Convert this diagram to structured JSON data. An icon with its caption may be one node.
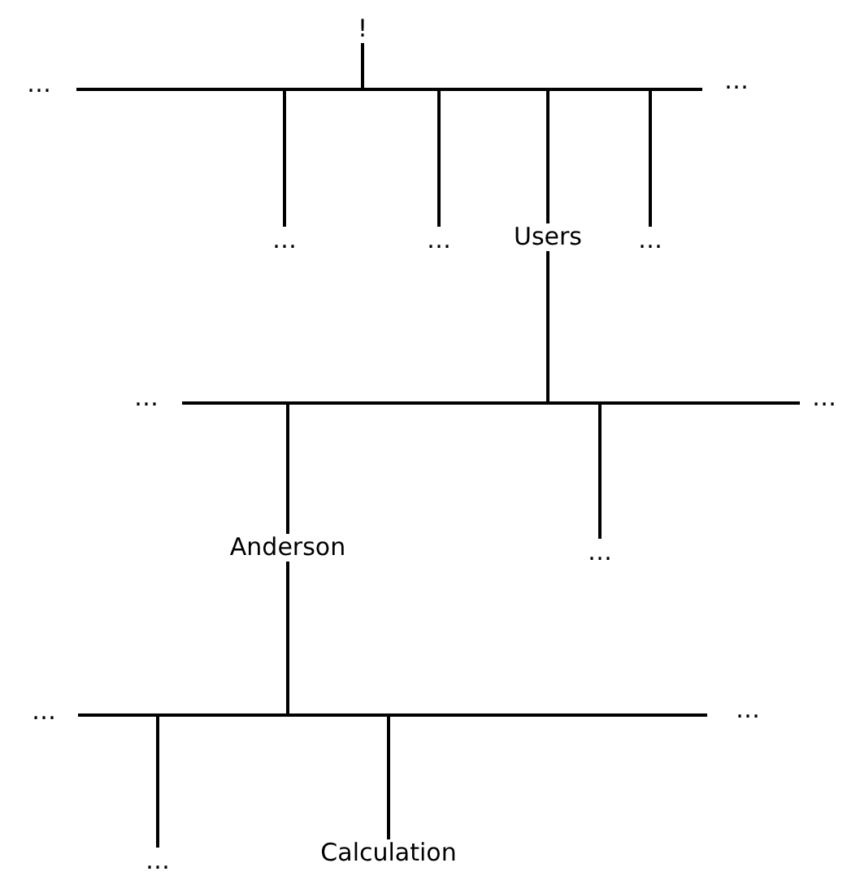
{
  "diagram": {
    "nodes": [
      {
        "text": [
          "!"
        ]
      },
      {
        "text": [],
        "shape": "bar",
        "beside": [
          "…",
          "…"
        ]
      },
      {
        "text": [
          "…"
        ]
      },
      {
        "text": [
          "…"
        ]
      },
      {
        "text": [
          "Users"
        ]
      },
      {
        "text": [
          "…"
        ]
      },
      {
        "text": [],
        "shape": "bar",
        "beside": [
          "…",
          "…"
        ]
      },
      {
        "text": [
          "Anderson"
        ]
      },
      {
        "text": [
          "…"
        ]
      },
      {
        "text": [],
        "shape": "bar",
        "beside": [
          "…",
          "…"
        ]
      },
      {
        "text": [
          "…"
        ]
      },
      {
        "text": [
          "Calculation"
        ]
      }
    ],
    "edges": [
      {
        "from": 0,
        "to": 1,
        "arrow": "none"
      },
      {
        "from": 1,
        "to": 2,
        "arrow": "none"
      },
      {
        "from": 1,
        "to": 3,
        "arrow": "none"
      },
      {
        "from": 1,
        "to": 4,
        "arrow": "none"
      },
      {
        "from": 1,
        "to": 5,
        "arrow": "none"
      },
      {
        "from": 4,
        "to": 6,
        "arrow": "none"
      },
      {
        "from": 6,
        "to": 7,
        "arrow": "none"
      },
      {
        "from": 6,
        "to": 8,
        "arrow": "none"
      },
      {
        "from": 7,
        "to": 9,
        "arrow": "none"
      },
      {
        "from": 9,
        "to": 10,
        "arrow": "none"
      },
      {
        "from": 9,
        "to": 11,
        "arrow": "none"
      }
    ]
  }
}
